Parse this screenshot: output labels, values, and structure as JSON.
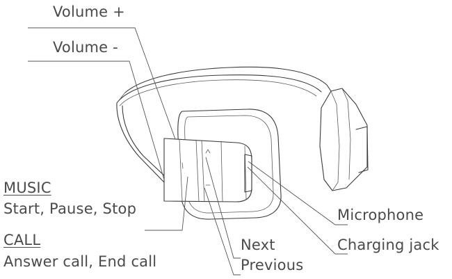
{
  "labels": {
    "volume_up": "Volume +",
    "volume_down": "Volume -",
    "music_heading": "MUSIC",
    "music_desc": "Start, Pause, Stop",
    "call_heading": "CALL",
    "call_desc": "Answer call, End call",
    "microphone": "Microphone",
    "next": "Next",
    "charging_jack": "Charging jack",
    "previous": "Previous"
  },
  "colors": {
    "text": "#4a4a4a",
    "line": "#3a3a3a",
    "background": "#ffffff"
  }
}
